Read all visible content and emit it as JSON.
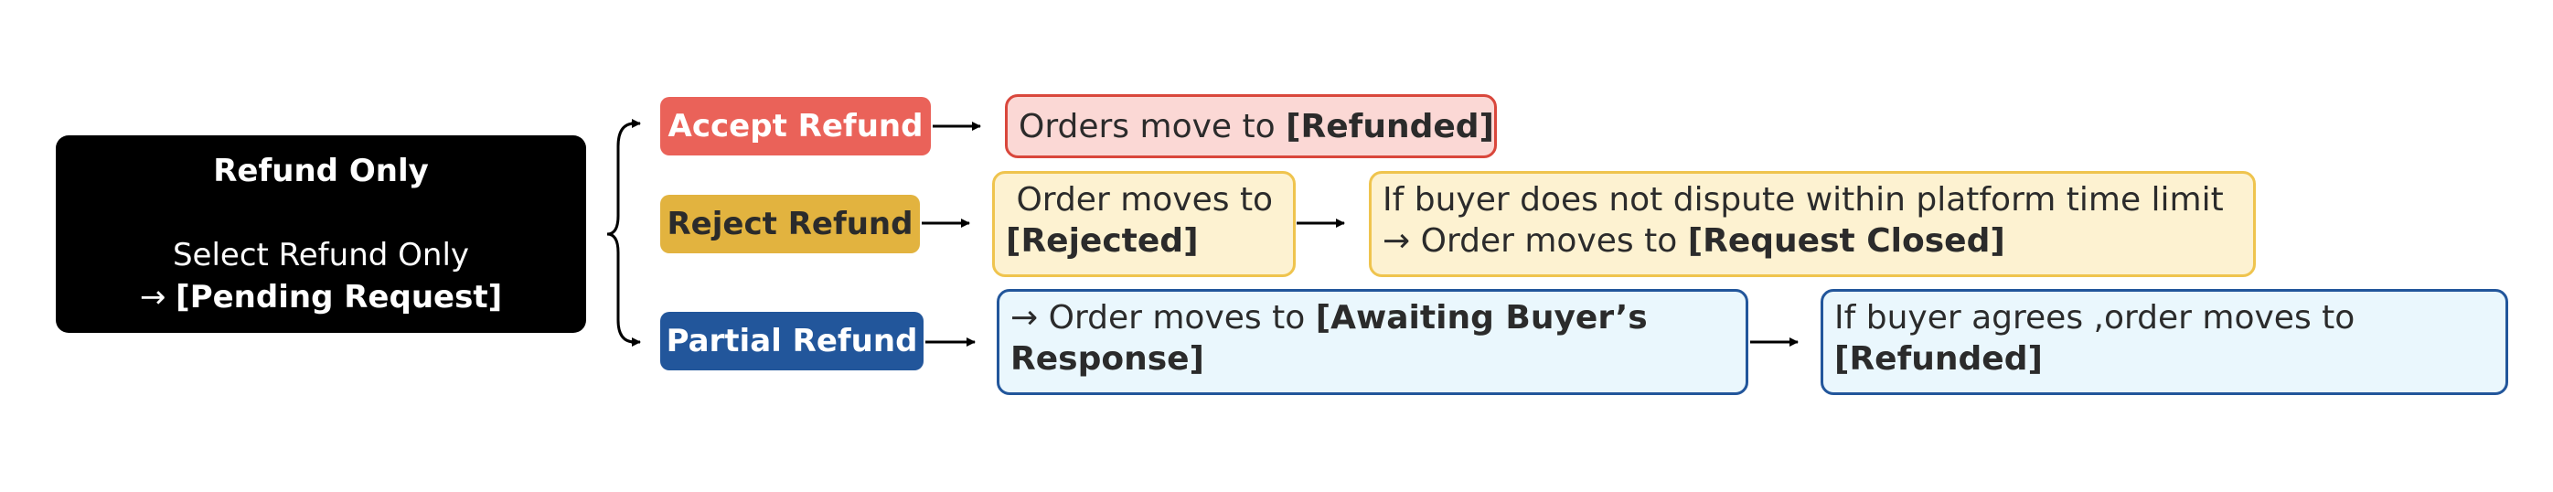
{
  "start": {
    "title": "Refund Only",
    "line1": "Select Refund Only",
    "line2_prefix": "→ ",
    "line2_bold": "[Pending Request]"
  },
  "options": {
    "accept": "Accept Refund",
    "reject": "Reject Refund",
    "partial": "Partial Refund"
  },
  "accept_result": {
    "text": "Orders move to ",
    "bold": "[Refunded]"
  },
  "reject_result": {
    "line1": " Order moves to",
    "line2_bold": "[Rejected]"
  },
  "reject_followup": {
    "line1": "If buyer does not dispute within platform time limit",
    "line2_prefix": "→ Order moves to ",
    "line2_bold": "[Request Closed]"
  },
  "partial_result": {
    "line1_prefix": "→ Order moves to ",
    "line1_bold": "[Awaiting Buyer’s",
    "line2_bold": "Response]"
  },
  "partial_followup": {
    "line1": "If buyer agrees ,order moves to",
    "line2_bold": "[Refunded]"
  },
  "colors": {
    "accept": "#ea6259",
    "reject": "#e2b33f",
    "partial": "#22569b",
    "start_bg": "#000000"
  }
}
